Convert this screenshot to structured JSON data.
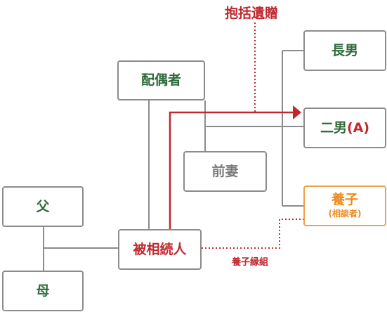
{
  "diagram": {
    "annotations": {
      "bequest": "抱括遺贈",
      "adoption": "養子縁組"
    },
    "nodes": {
      "eldest_son": "長男",
      "second_son_name": "二男",
      "second_son_tag": "(A)",
      "spouse": "配偶者",
      "former_wife": "前妻",
      "adopted_child": "養子",
      "adopted_child_note": "(相談者)",
      "father": "父",
      "decedent": "被相続人",
      "mother": "母"
    },
    "colors": {
      "box_border": "#8c8c8c",
      "line": "#8c8c8c",
      "relative_text": "#2e6b3a",
      "former_wife_text": "#7a7a7a",
      "highlight_red": "#c0282e",
      "consultant_orange": "#f08a1a"
    }
  }
}
